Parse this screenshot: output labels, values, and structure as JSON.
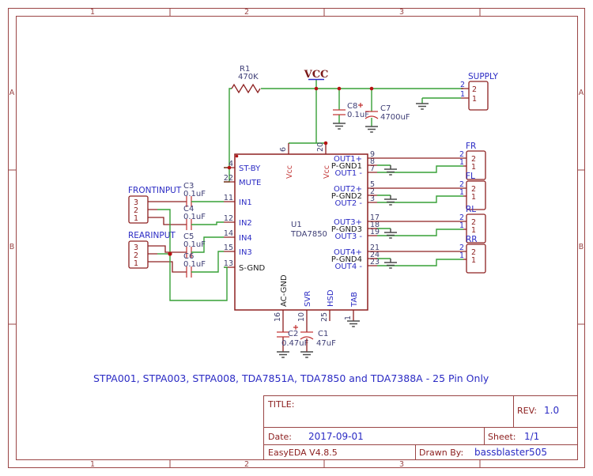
{
  "frame": {
    "zones_h": [
      "1",
      "2",
      "3"
    ],
    "zones_v": [
      "A",
      "B"
    ]
  },
  "power": {
    "vcc_flag": "VCC",
    "r1_ref": "R1",
    "r1_value": "470K",
    "c8_ref": "C8",
    "c8_value": "0.1uF",
    "c7_ref": "C7",
    "c7_value": "4700uF",
    "supply_label": "SUPPLY",
    "supply_pin2": "2",
    "supply_pin1": "1"
  },
  "ic": {
    "ref": "U1",
    "part": "TDA7850",
    "left_pins": [
      {
        "num": "4",
        "name": "ST-BY"
      },
      {
        "num": "22",
        "name": "MUTE"
      },
      {
        "num": "11",
        "name": "IN1"
      },
      {
        "num": "12",
        "name": "IN2"
      },
      {
        "num": "14",
        "name": "IN4"
      },
      {
        "num": "15",
        "name": "IN3"
      },
      {
        "num": "13",
        "name": "S-GND"
      }
    ],
    "top_pins": [
      {
        "num": "6",
        "name": "Vcc"
      },
      {
        "num": "20",
        "name": "Vcc"
      }
    ],
    "bottom_pins": [
      {
        "num": "16",
        "name": "AC-GND"
      },
      {
        "num": "10",
        "name": "SVR"
      },
      {
        "num": "25",
        "name": "HSD"
      },
      {
        "num": "1",
        "name": "TAB"
      }
    ],
    "right_pins": [
      {
        "num": "9",
        "name": "OUT1+"
      },
      {
        "num": "8",
        "name": "P-GND1"
      },
      {
        "num": "7",
        "name": "OUT1 -"
      },
      {
        "num": "5",
        "name": "OUT2+"
      },
      {
        "num": "2",
        "name": "P-GND2"
      },
      {
        "num": "3",
        "name": "OUT2 -"
      },
      {
        "num": "17",
        "name": "OUT3+"
      },
      {
        "num": "18",
        "name": "P-GND3"
      },
      {
        "num": "19",
        "name": "OUT3 -"
      },
      {
        "num": "21",
        "name": "OUT4+"
      },
      {
        "num": "24",
        "name": "P-GND4"
      },
      {
        "num": "23",
        "name": "OUT4 -"
      }
    ]
  },
  "inputs": {
    "front_label": "FRONTINPUT",
    "rear_label": "REARINPUT",
    "pins": [
      "3",
      "2",
      "1"
    ],
    "caps": [
      {
        "ref": "C3",
        "value": "0.1uF"
      },
      {
        "ref": "C4",
        "value": "0.1uF"
      },
      {
        "ref": "C5",
        "value": "0.1uF"
      },
      {
        "ref": "C6",
        "value": "0.1uF"
      }
    ]
  },
  "outputs": {
    "pin2": "2",
    "pin1": "1",
    "channels": [
      {
        "label": "FR"
      },
      {
        "label": "FL"
      },
      {
        "label": "RL"
      },
      {
        "label": "RR"
      }
    ]
  },
  "bottom_caps": {
    "c2_ref": "C2",
    "c2_value": "0.47uF",
    "c1_ref": "C1",
    "c1_value": "47uF"
  },
  "caption": "STPA001, STPA003, STPA008, TDA7851A, TDA7850 and TDA7388A - 25 Pin Only",
  "title_block": {
    "title_label": "TITLE:",
    "rev_label": "REV:",
    "rev": "1.0",
    "date_label": "Date:",
    "date": "2017-09-01",
    "sheet_label": "Sheet:",
    "sheet": "1/1",
    "tool": "EasyEDA V4.8.5",
    "drawn_by_label": "Drawn By:",
    "drawn_by": "bassblaster505"
  }
}
